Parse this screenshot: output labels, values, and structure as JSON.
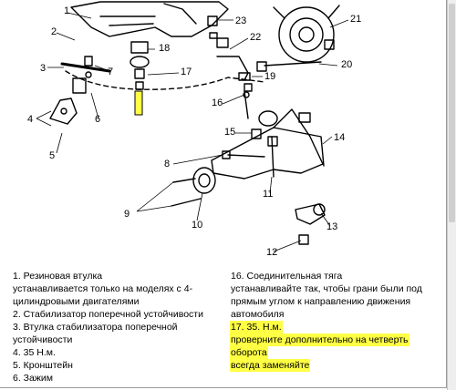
{
  "callouts": [
    "1",
    "2",
    "3",
    "4",
    "5",
    "6",
    "7",
    "8",
    "9",
    "10",
    "11",
    "12",
    "13",
    "14",
    "15",
    "16",
    "17",
    "18",
    "19",
    "20",
    "21",
    "22",
    "23"
  ],
  "legend_left": [
    "1. Резиновая втулка",
    "устанавливается только на моделях с 4-",
    "цилиндровыми двигателями",
    "2. Стабилизатор поперечной устойчивости",
    "3. Втулка стабилизатора поперечной",
    "устойчивости",
    "4. 35 Н.м.",
    "5. Кронштейн",
    "6. Зажим"
  ],
  "legend_right": {
    "item16": "16. Соединительная тяга",
    "item16_note": "устанавливайте так, чтобы грани были под прямым углом к направлению движения автомобиля",
    "highlighted": [
      "17. 35. Н.м.",
      "проверните дополнительно на четверть",
      "оборота",
      "всегда заменяйте"
    ]
  },
  "colors": {
    "highlight": "#ffff44",
    "ink": "#000000"
  }
}
